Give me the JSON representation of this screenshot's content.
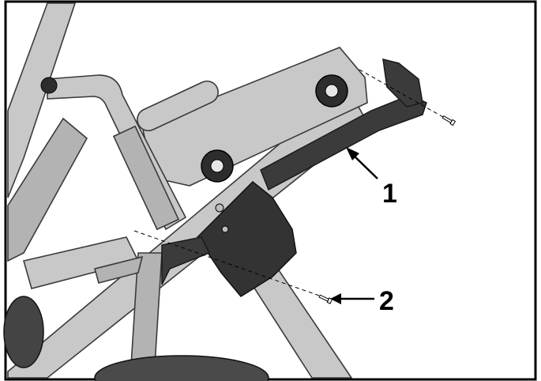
{
  "callouts": [
    {
      "label": "1",
      "part": "side-rail"
    },
    {
      "label": "2",
      "part": "screw"
    }
  ],
  "colors": {
    "frame": "#c8c8c8",
    "frame_shade": "#b3b3b3",
    "rail": "#3b3b3b",
    "shroud": "#333333",
    "outline": "#000000",
    "background": "#ffffff"
  }
}
